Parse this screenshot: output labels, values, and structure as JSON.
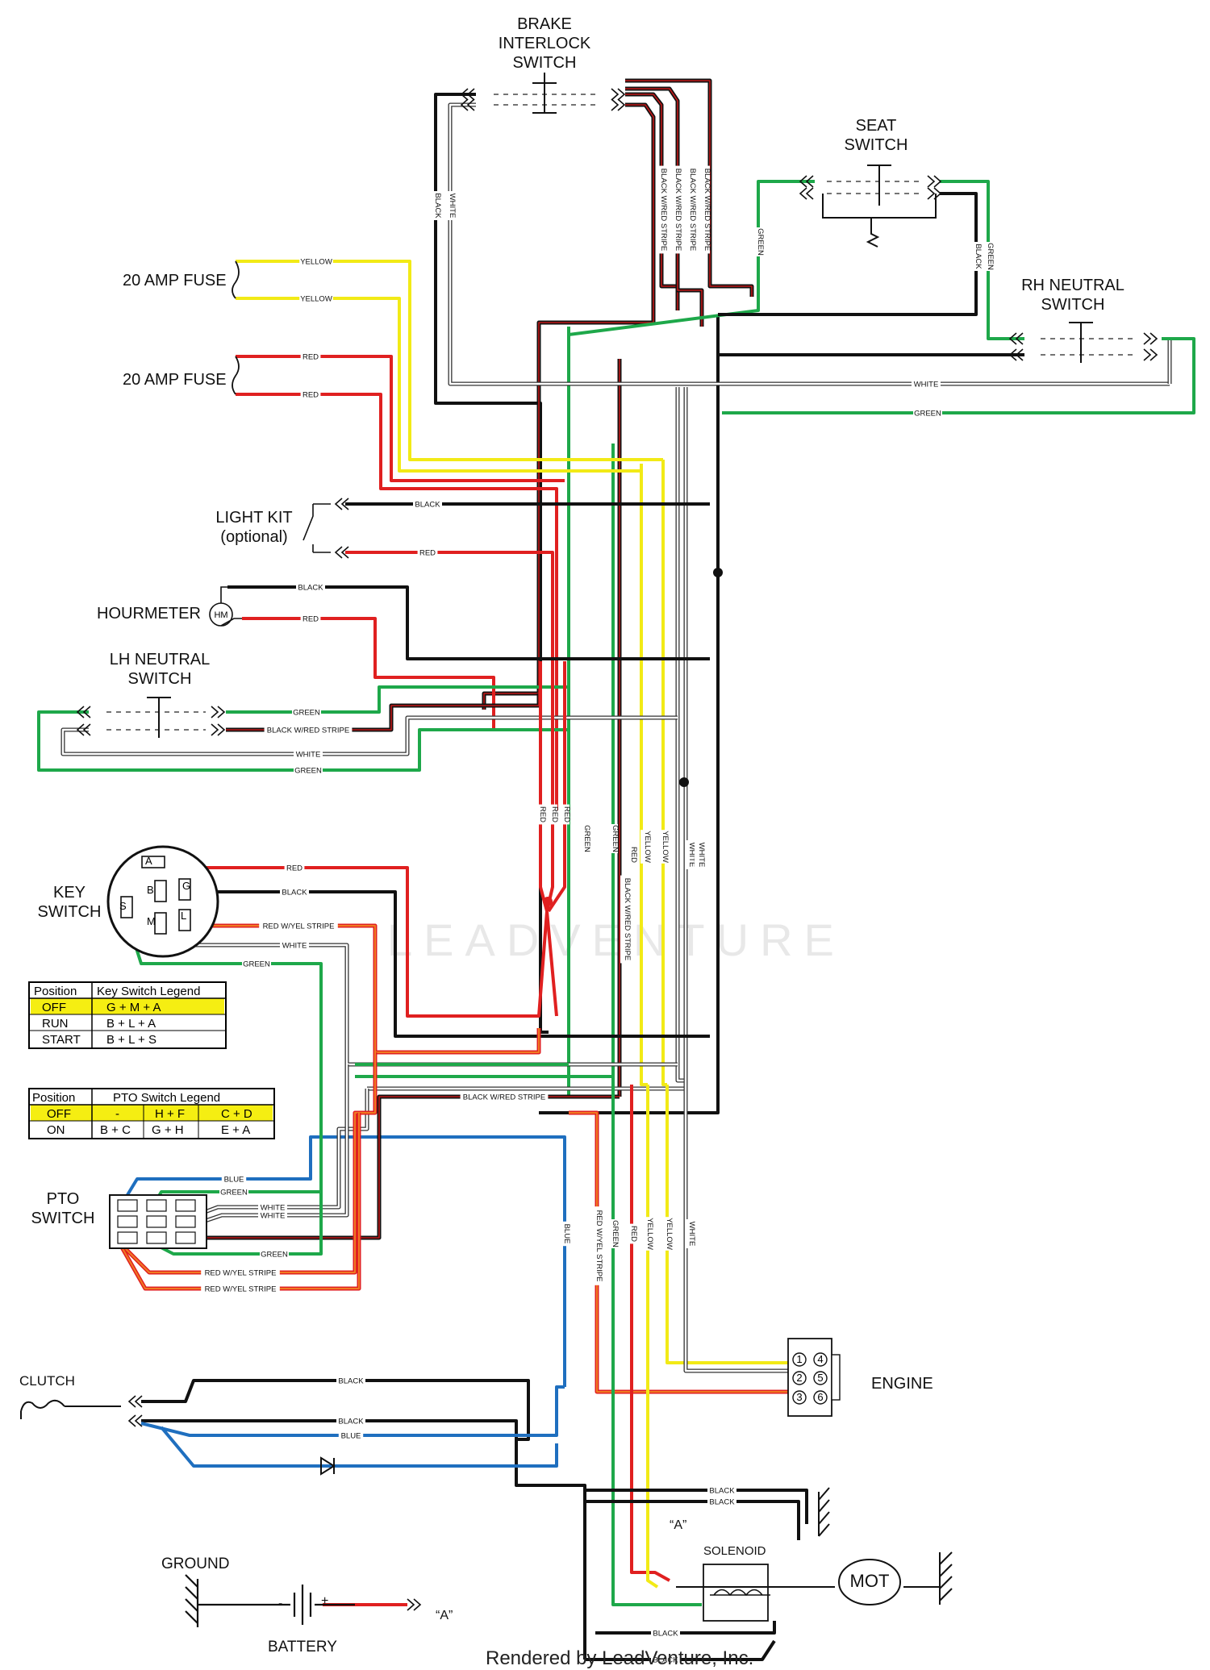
{
  "components": {
    "brake_switch": [
      "BRAKE",
      "INTERLOCK",
      "SWITCH"
    ],
    "seat_switch": [
      "SEAT",
      "SWITCH"
    ],
    "rh_neutral": [
      "RH NEUTRAL",
      "SWITCH"
    ],
    "fuse1": "20 AMP FUSE",
    "fuse2": "20 AMP FUSE",
    "light_kit": [
      "LIGHT KIT",
      "(optional)"
    ],
    "hourmeter": "HOURMETER",
    "hourmeter_symbol": "HM",
    "lh_neutral": [
      "LH NEUTRAL",
      "SWITCH"
    ],
    "key_switch": [
      "KEY",
      "SWITCH"
    ],
    "pto_switch": [
      "PTO",
      "SWITCH"
    ],
    "engine": "ENGINE",
    "clutch": "CLUTCH",
    "ground": "GROUND",
    "battery": "BATTERY",
    "solenoid": "SOLENOID",
    "motor": "MOT",
    "ref_a": "“A”",
    "battery_minus": "-",
    "battery_plus": "+"
  },
  "key_pins": [
    "A",
    "B",
    "G",
    "S",
    "M",
    "L"
  ],
  "engine_pins": [
    "1",
    "2",
    "3",
    "4",
    "5",
    "6"
  ],
  "wire_colors": {
    "BLACK": "#111111",
    "WHITE": "#ffffff",
    "RED": "#e02020",
    "YELLOW": "#f2ea16",
    "GREEN": "#1ea84a",
    "BLUE": "#1f6fbf",
    "BLACK/RED": "#6b0f0f",
    "ORANGE": "#f07a22"
  },
  "wire_labels": {
    "brake_black": "BLACK",
    "brake_white": "WHITE",
    "brake_bk1": "BLACK W/RED STRIPE",
    "brake_bk2": "BLACK W/RED STRIPE",
    "brake_bk3": "BLACK W/RED STRIPE",
    "brake_bk4": "BLACK W/RED STRIPE",
    "seat_green": "GREEN",
    "seat_black": "BLACK",
    "seat_green2": "GREEN",
    "fuse1_y1": "YELLOW",
    "fuse1_y2": "YELLOW",
    "fuse2_r1": "RED",
    "fuse2_r2": "RED",
    "rh_white": "WHITE",
    "rh_green": "GREEN",
    "light_black": "BLACK",
    "light_red": "RED",
    "hm_black": "BLACK",
    "hm_red": "RED",
    "lh_green": "GREEN",
    "lh_bkred": "BLACK W/RED STRIPE",
    "lh_white": "WHITE",
    "lh_green2": "GREEN",
    "v_red1": "RED",
    "v_red2": "RED",
    "v_red3": "RED",
    "v_green": "GREEN",
    "v_green2": "GREEN",
    "v_red4": "RED",
    "v_yellow1": "YELLOW",
    "v_yellow2": "YELLOW",
    "v_white1": "WHITE",
    "v_white2": "WHITE",
    "v_bkred": "BLACK W/RED STRIPE",
    "key_red": "RED",
    "key_black": "BLACK",
    "key_ry": "RED W/YEL STRIPE",
    "key_white": "WHITE",
    "key_green": "GREEN",
    "mid_bkred": "BLACK W/RED STRIPE",
    "pto_blue": "BLUE",
    "pto_green": "GREEN",
    "pto_white1": "WHITE",
    "pto_white2": "WHITE",
    "pto_green2": "GREEN",
    "pto_ry1": "RED W/YEL STRIPE",
    "pto_ry2": "RED W/YEL STRIPE",
    "low_blue": "BLUE",
    "low_ry": "RED W/YEL STRIPE",
    "low_green": "GREEN",
    "low_red": "RED",
    "low_yellow1": "YELLOW",
    "low_yellow2": "YELLOW",
    "low_white": "WHITE",
    "cl_black1": "BLACK",
    "cl_black2": "BLACK",
    "cl_blue": "BLUE",
    "gnd_black1": "BLACK",
    "gnd_black2": "BLACK",
    "sol_black1": "BLACK",
    "sol_black2": "BLACK"
  },
  "key_table": {
    "headers": [
      "Position",
      "Key Switch Legend"
    ],
    "rows": [
      [
        "OFF",
        "G + M + A"
      ],
      [
        "RUN",
        "B + L + A"
      ],
      [
        "START",
        "B + L + S"
      ]
    ]
  },
  "pto_table": {
    "headers": [
      "Position",
      "PTO Switch Legend"
    ],
    "rows": [
      [
        "OFF",
        "-",
        "H + F",
        "C + D"
      ],
      [
        "ON",
        "B + C",
        "G + H",
        "E + A"
      ]
    ]
  },
  "watermark": "LEADVENTURE",
  "footer": "Rendered by LeadVenture, Inc."
}
